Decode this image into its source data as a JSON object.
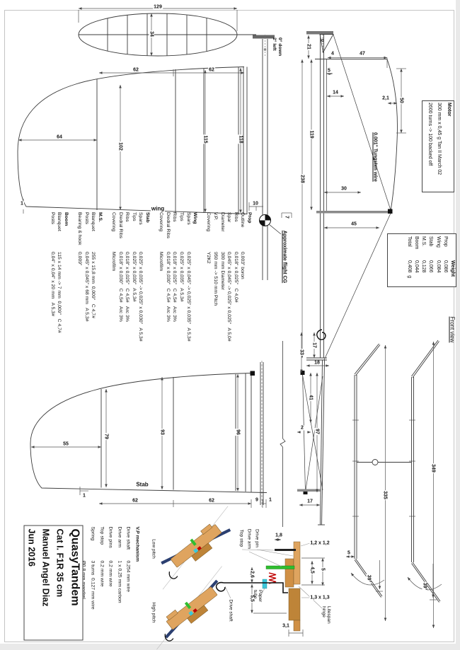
{
  "title_block": {
    "line1": "QuasyTandem",
    "line2": "Cat I. F1R 35 cm",
    "line3": "Manuel Angel Diaz",
    "line4": "Jun 2016"
  },
  "motor_box": {
    "title": "Motor",
    "line1": "300 mm x 0,45 g  Tan II March 02",
    "line2": "2600 turns -> 100 backed off"
  },
  "weight_table": {
    "header": "Weight",
    "rows": [
      {
        "label": "Prop",
        "value": "0,086"
      },
      {
        "label": "Wing",
        "value": "0,084"
      },
      {
        "label": "Stab",
        "value": "0,066"
      },
      {
        "label": "M.S.",
        "value": "0,128"
      },
      {
        "label": "Boom",
        "value": "0,044"
      },
      {
        "label": "Total",
        "value": "0,408  g"
      }
    ]
  },
  "specs": {
    "sections": [
      {
        "heading": "Prop",
        "rows": [
          {
            "label": "Outline",
            "value": "0,003\" boron"
          },
          {
            "label": "Ribs",
            "value": "0,018\" x 0,025\"   C 4,0#"
          },
          {
            "label": "Spar",
            "value": "0,045\" x 0,045\" -> 0,025\" x 0,025\"   A 5,0#"
          },
          {
            "label": "Diameter",
            "value": "300 mm Diameter"
          },
          {
            "label": "V.P.",
            "value": "950 mm -> 510 mm Pitch"
          },
          {
            "label": "Covering",
            "value": "Y2K2"
          }
        ]
      },
      {
        "heading": "Wing",
        "rows": [
          {
            "label": "Spars",
            "value": "0,025\" x 0,045\" -> 0,025\" x 0,035\"   A 5,3#"
          },
          {
            "label": "Tips",
            "value": "0,025\" x 0,035\"   A 5,3#"
          },
          {
            "label": "Ribs",
            "value": "0,018\" x 0,025\"   C 4,5#   Arc 3%"
          },
          {
            "label": "Diedral Ribs",
            "value": "0,018\" x 0,030\"   C 4,5#   Arc 3%"
          },
          {
            "label": "Covering",
            "value": "Microfilm"
          }
        ]
      },
      {
        "heading": "Stab",
        "rows": [
          {
            "label": "Spars",
            "value": "0,025\" x 0,035\" -> 0,025\" x 0,030\"   A 5,3#"
          },
          {
            "label": "Tips",
            "value": "0,025\" x 0,030\"   A 5,3#"
          },
          {
            "label": "Ribs",
            "value": "0,018\" x 0,025\"   C 4,5#   Arc 3%"
          },
          {
            "label": "Diedral Ribs",
            "value": "0,018\" x 0,030\"   C 4,5#   Arc 3%"
          },
          {
            "label": "Covering",
            "value": "Microfilm"
          }
        ]
      },
      {
        "heading": "M.S.",
        "rows": [
          {
            "label": "Blanquet",
            "value": "255 x 15,8 mm  0,009\"   C 4,7#"
          },
          {
            "label": "Posts",
            "value": "0,045\" x 0,045\" x 68 mm   A 5,3#"
          },
          {
            "label": "Bearing & hook",
            "value": "0,009\""
          }
        ]
      },
      {
        "heading": "Boom",
        "rows": [
          {
            "label": "Blanquet",
            "value": "115 x 14 mm -> 7 mm  0,009\"   C 4,7#"
          },
          {
            "label": "Posts",
            "value": "0,04\" x 0,04\" x 20 mm   A 5,3#"
          }
        ]
      }
    ]
  },
  "vp_table": {
    "heading": "V.P mechanism",
    "rows": [
      {
        "label": "Drive shaft",
        "value": "0,254 mm wire"
      },
      {
        "label": "Drive arm",
        "value": "1 x 0,25 mm carbon"
      },
      {
        "label": "Drive pins",
        "value": "0,2 mm wire"
      },
      {
        "label": "Top stop",
        "value": "0,2 mm wire"
      },
      {
        "label": "Spring",
        "value": "3 turns  0,127 mm wire"
      },
      {
        "label": "",
        "value": "Ø0,8 mm mandrel"
      }
    ]
  },
  "labels": {
    "wing": "wing",
    "stab": "Stab",
    "front_view": "Front view",
    "approx_cg": "Approximate flight CG",
    "tungsten": "0.001\" Tungsten wire",
    "nose1": "0° down",
    "nose2": "2° left",
    "low_pitch": "Low pitch",
    "high_pitch": "High pitch",
    "drive_pin": "Drive pin",
    "drive_arm": "Drive arm",
    "top_stop": "Top stop",
    "paper1": "Paper",
    "paper2": "tube",
    "drive_shaft": "Drive shaft",
    "lite1": "Litespan",
    "lite2": "hinge"
  },
  "dims": {
    "d129": "129",
    "d34": "34",
    "w62a": "62",
    "w62b": "62",
    "d64": "64",
    "d102": "102",
    "d115": "115",
    "d118": "118",
    "d1a": "1",
    "d10": "10",
    "d7": "7",
    "f21": "21",
    "f4": "4",
    "f47": "47",
    "f5": "5",
    "f14": "14",
    "f21x": "2,1",
    "f50": "50",
    "f119": "119",
    "f238": "238",
    "f30": "30",
    "f45": "45",
    "f17a": "17",
    "f33": "33",
    "f18": "18",
    "f41": "41",
    "f97": "97",
    "f2": "2",
    "f17b": "17",
    "s55": "55",
    "s79": "79",
    "s93": "93",
    "s96": "96",
    "s62a": "62",
    "s62b": "62",
    "s9": "9",
    "s1a": "1",
    "s1b": "1",
    "fv5": "5",
    "fv335": "335",
    "fv349": "349",
    "fv39a": "39°",
    "fv39b": "39°",
    "m18": "1,8",
    "m26": "2,6",
    "m55": "5,5",
    "m45": "4,5",
    "m5": "5",
    "m31": "3,1",
    "m12": "1,2 x 1,2",
    "m13": "1,3 x 1,3"
  },
  "colors": {
    "line": "#3b3b3b",
    "dim": "#555",
    "wood_light": "#DFA45F",
    "wood_dark": "#BE8438",
    "wood_mid": "#D09045",
    "blue": "#2B3F70",
    "green": "#2FBE2F",
    "red": "#C00000",
    "cyan": "#3CC9DC",
    "gray_fill": "#8a8a8a"
  }
}
